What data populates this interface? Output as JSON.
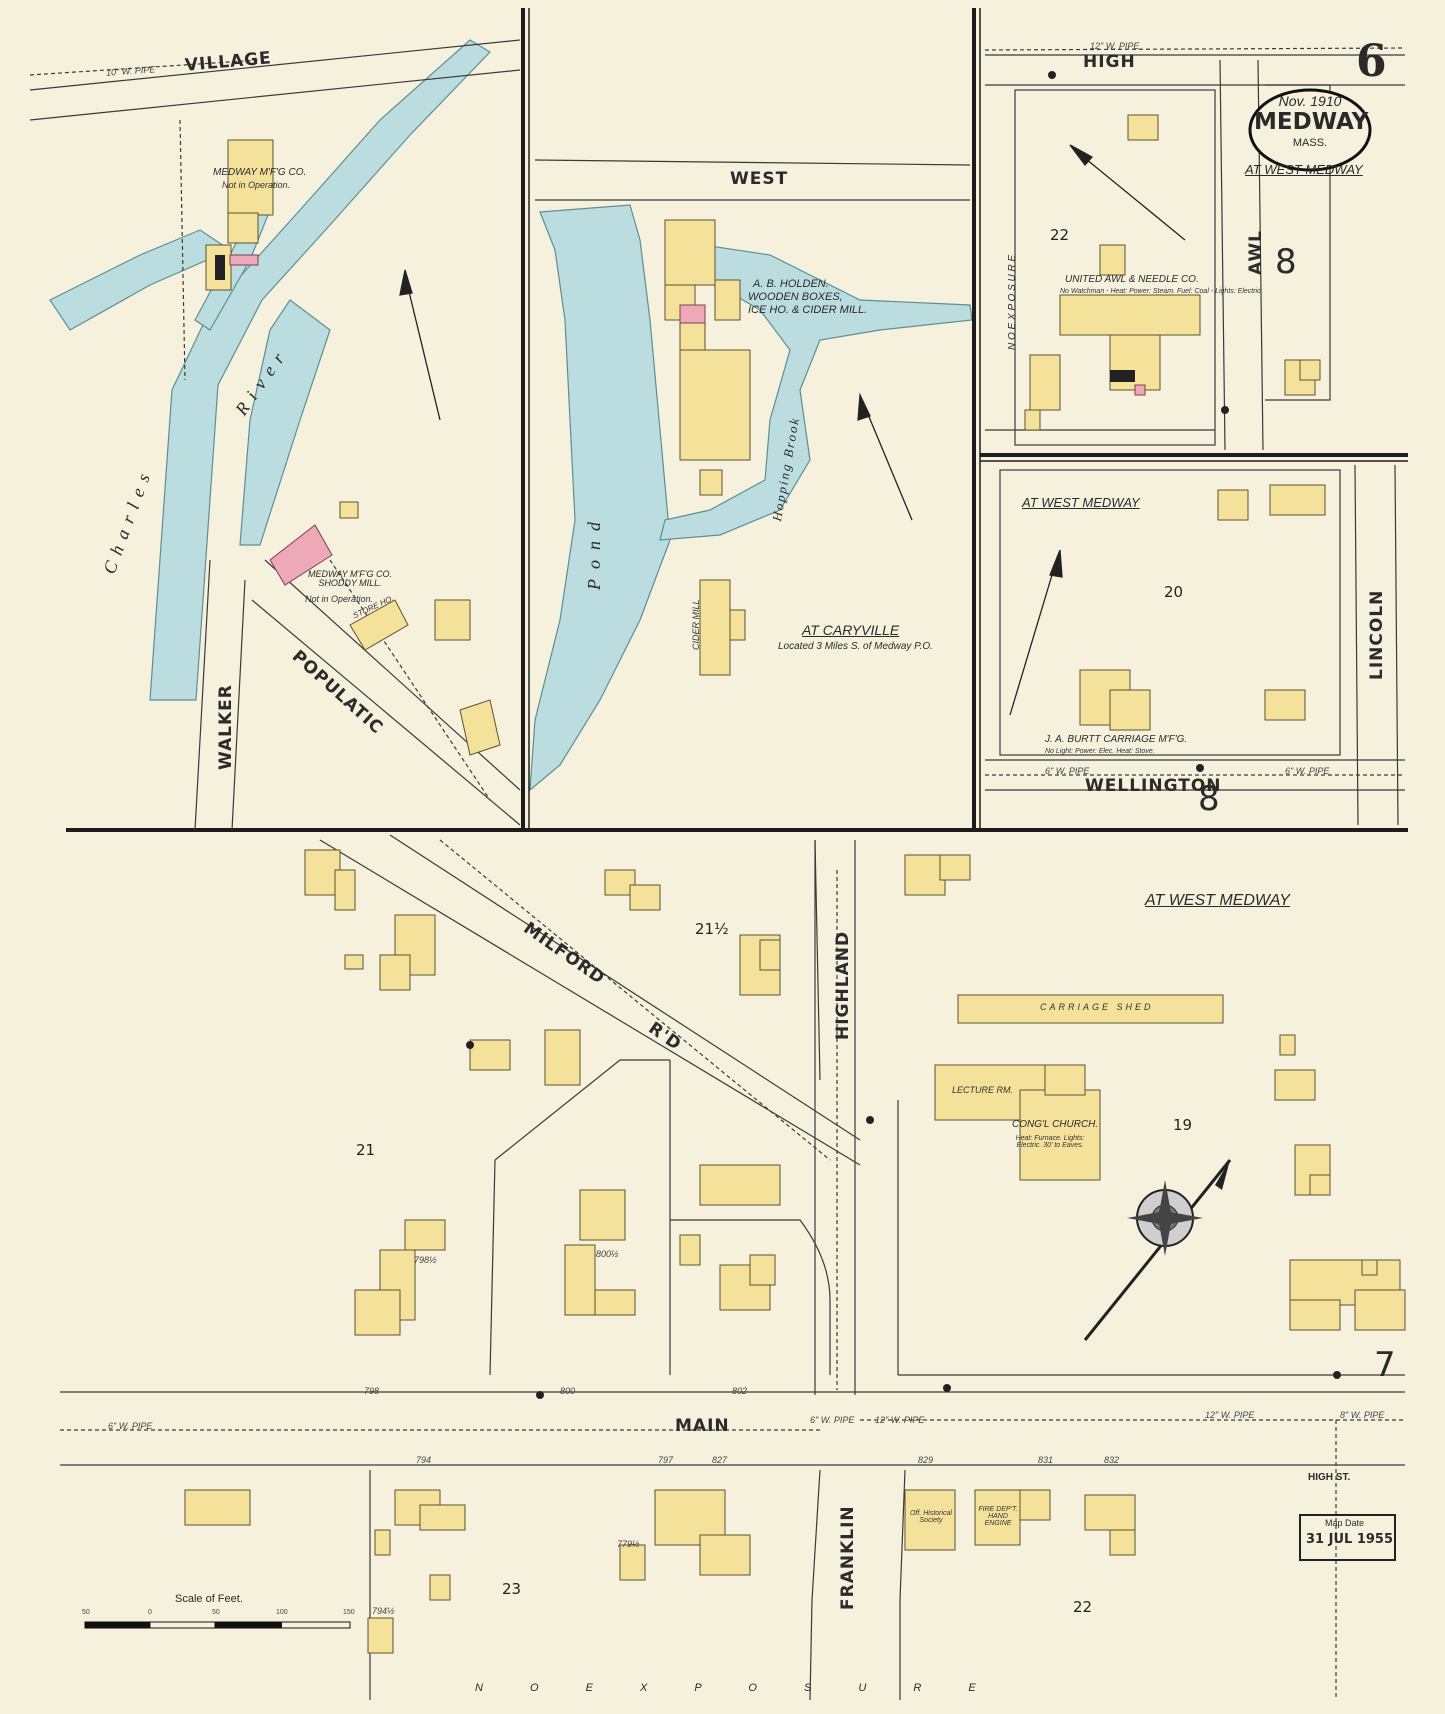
{
  "title_box": {
    "date": "Nov. 1910",
    "town": "MEDWAY",
    "state": "MASS."
  },
  "sheet_number": "6",
  "adjoining_sheets": [
    "8",
    "8",
    "7"
  ],
  "stamp": {
    "line1": "Map Date",
    "line2": "31 JUL 1955"
  },
  "streets": {
    "village": "VILLAGE",
    "west": "WEST",
    "high": "HIGH",
    "awl": "AWL",
    "lincoln": "LINCOLN",
    "wellington": "WELLINGTON",
    "walker": "WALKER",
    "populatic": "POPULATIC",
    "milford": "MILFORD",
    "rd": "R'D",
    "highland": "HIGHLAND",
    "main": "MAIN",
    "franklin": "FRANKLIN",
    "high_st": "HIGH ST."
  },
  "waterways": {
    "charles": "Charles",
    "river": "River",
    "pond": "Pond",
    "brook": "Hopping Brook"
  },
  "blocks": [
    "22",
    "20",
    "21½",
    "21",
    "19",
    "23",
    "22"
  ],
  "locations": {
    "west_medway_1": "AT WEST MEDWAY",
    "west_medway_2": "AT WEST MEDWAY",
    "west_medway_3": "AT WEST MEDWAY",
    "caryville": "AT CARYVILLE",
    "caryville_note": "Located 3 Miles S. of Medway P.O."
  },
  "buildings": {
    "medway_mfg": "MEDWAY M'F'G CO.",
    "medway_mfg_status": "Not in Operation.",
    "shoddy": "MEDWAY M'F'G CO. SHODDY MILL.",
    "shoddy_status": "Not in Operation.",
    "holden": "A. B. HOLDEN.",
    "holden_2": "WOODEN BOXES,",
    "holden_3": "ICE HO. & CIDER MILL.",
    "awl": "UNITED AWL & NEEDLE CO.",
    "awl_note": "No Watchman - Heat: Power: Steam. Fuel: Coal - Lights: Electric",
    "burtt": "J. A. BURTT CARRIAGE M'F'G.",
    "burtt_note": "No Light: Power: Elec. Heat: Stove.",
    "church": "CONG'L CHURCH.",
    "church_note": "Heat: Furnace. Lights: Electric. 30' to Eaves.",
    "carriage_shed": "CARRIAGE SHED",
    "lecture": "LECTURE RM.",
    "cider_mill": "CIDER MILL",
    "store": "STORE HO.",
    "historical": "Off. Historical Society",
    "fire_dept": "FIRE DEP'T. HAND ENGINE",
    "no_exposure": "N O   E X P O S U R E"
  },
  "scale": {
    "title": "Scale of Feet.",
    "ticks": [
      "50",
      "0",
      "50",
      "100",
      "150"
    ]
  },
  "house_numbers": [
    "798",
    "800",
    "802",
    "794",
    "797",
    "827",
    "829",
    "831",
    "832",
    "798½",
    "800½",
    "779½",
    "794½"
  ],
  "pipes": [
    "10\" W. PIPE",
    "6\" W. PIPE",
    "12\" W. PIPE",
    "8\" W. PIPE"
  ],
  "colors": {
    "paper": "#f6f1dc",
    "yellow": "#f4e29a",
    "pink": "#eea9b8",
    "water": "#bcdde0",
    "ink": "#2a2a2a"
  }
}
